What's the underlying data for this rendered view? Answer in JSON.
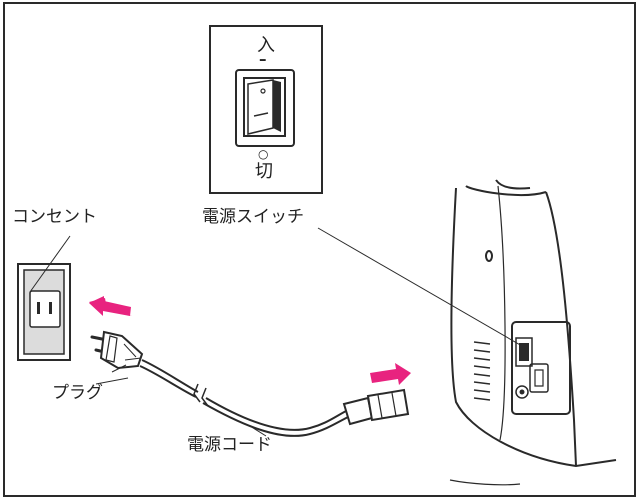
{
  "labels": {
    "switch_on": "入",
    "switch_off": "切",
    "switch_on_symbol": "–",
    "switch_off_symbol": "○",
    "power_switch": "電源スイッチ",
    "outlet": "コンセント",
    "plug": "プラグ",
    "power_cord": "電源コード"
  },
  "colors": {
    "arrow": "#e8237f",
    "line": "#2a2a2a",
    "outlet_fill": "#dcdcdc"
  }
}
